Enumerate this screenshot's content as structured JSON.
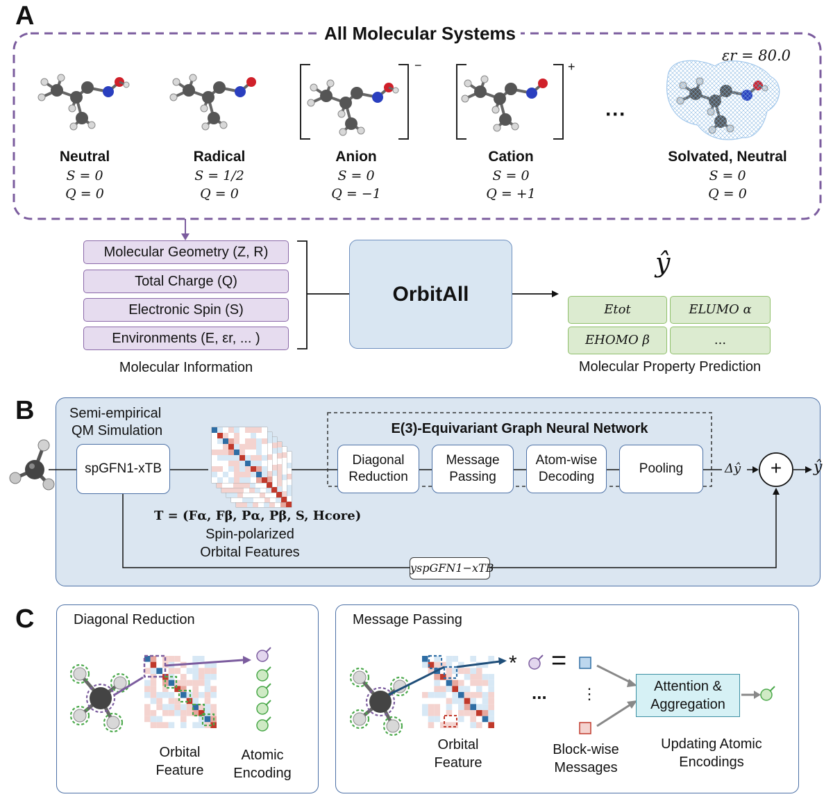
{
  "panel_a": {
    "letter": "A",
    "title": "All Molecular Systems",
    "solvent_label": "εr = 80.0",
    "ellipsis": "···",
    "molecules": [
      {
        "name": "Neutral",
        "spin": "S = 0",
        "charge": "Q = 0"
      },
      {
        "name": "Radical",
        "spin": "S = 1/2",
        "charge": "Q = 0"
      },
      {
        "name": "Anion",
        "spin": "S = 0",
        "charge": "Q = −1",
        "superscript": "−"
      },
      {
        "name": "Cation",
        "spin": "S = 0",
        "charge": "Q = +1",
        "superscript": "+"
      },
      {
        "name": "Solvated, Neutral",
        "spin": "S = 0",
        "charge": "Q = 0"
      }
    ],
    "inputs": [
      "Molecular Geometry (Z, R)",
      "Total Charge (Q)",
      "Electronic Spin (S)",
      "Environments (E, εr, ... )"
    ],
    "inputs_caption": "Molecular Information",
    "model_name": "OrbitAll",
    "prediction_symbol": "ŷ",
    "outputs": [
      "Etot",
      "ELUMO α",
      "EHOMO β",
      "..."
    ],
    "outputs_caption": "Molecular Property Prediction"
  },
  "panel_b": {
    "letter": "B",
    "sim_label_1": "Semi-empirical",
    "sim_label_2": "QM Simulation",
    "xtb_box": "spGFN1-xTB",
    "tensor_formula": "T = (Fα, Fβ, Pα, Pβ, S, Hcore)",
    "features_label_1": "Spin-polarized",
    "features_label_2": "Orbital Features",
    "gnn_title": "E(3)-Equivariant Graph Neural Network",
    "gnn_steps": [
      "Diagonal Reduction",
      "Message Passing",
      "Atom-wise Decoding",
      "Pooling"
    ],
    "delta_label": "Δŷ",
    "plus": "+",
    "output": "ŷ",
    "baseline_label": "yspGFN1−xTB"
  },
  "panel_c": {
    "letter": "C",
    "left_title": "Diagonal Reduction",
    "left_orbital_1": "Orbital",
    "left_orbital_2": "Feature",
    "left_atomic_1": "Atomic",
    "left_atomic_2": "Encoding",
    "right_title": "Message Passing",
    "right_orbital_1": "Orbital",
    "right_orbital_2": "Feature",
    "star": "*",
    "equals": "=",
    "dots": "...",
    "vdots": "⋮",
    "blockwise_1": "Block-wise",
    "blockwise_2": "Messages",
    "attention_1": "Attention &",
    "attention_2": "Aggregation",
    "updating_1": "Updating Atomic",
    "updating_2": "Encodings"
  },
  "colors": {
    "purple": "#7b5c9e",
    "panel_b_bg": "#dbe6f1",
    "box_blue": "#4a6fa5",
    "green": "#6aa84f",
    "teal": "#d6f1f5",
    "heat_red": "#c0392b",
    "heat_blue": "#2e6da4"
  }
}
